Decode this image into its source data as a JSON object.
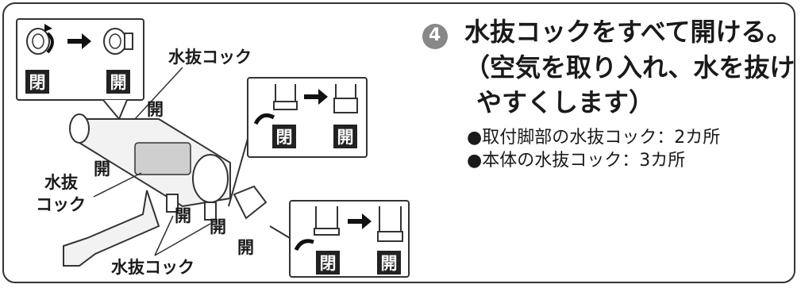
{
  "instruction": {
    "step_number": "4",
    "title": "水抜コックをすべて開ける。",
    "subtitle_line1": "（空気を取り入れ、水を抜け",
    "subtitle_line2": "やすくします）",
    "bullets": [
      "●取付脚部の水抜コック：2カ所",
      "●本体の水抜コック：3カ所"
    ]
  },
  "labels": {
    "closed": "閉",
    "open": "開",
    "drain_cock": "水抜コック",
    "drain_cock_split_1": "水抜",
    "drain_cock_split_2": "コック"
  },
  "colors": {
    "outline": "#333333",
    "box_fill": "#222222",
    "arrow": "#111111"
  }
}
